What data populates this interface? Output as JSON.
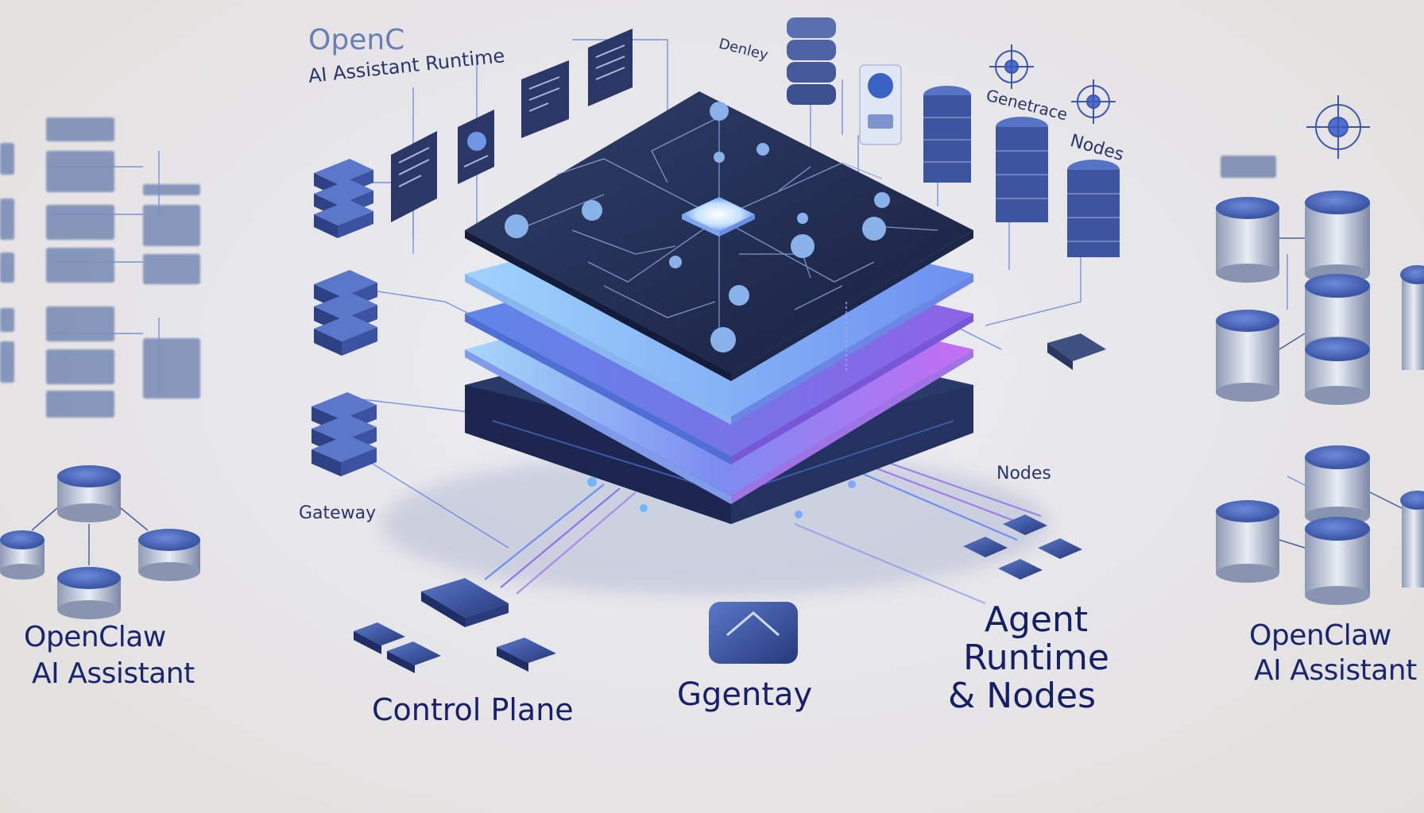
{
  "title": {
    "line1": "OpenC",
    "line2": "AI Assistant Runtime"
  },
  "top_labels": {
    "deployment": "Denley",
    "genetrace": "Genetrace",
    "nodes_top": "Nodes"
  },
  "mid_labels": {
    "gateway_small": "Gateway",
    "nodes_small": "Nodes"
  },
  "bottom_labels": {
    "left_brand_line1": "OpenClaw",
    "left_brand_line2": "AI Assistant",
    "control_plane": "Control Plane",
    "gateway_bottom": "Ggentay",
    "agent_line1": "Agent",
    "agent_line2": "Runtime",
    "agent_line3": "& Nodes",
    "right_brand_line1": "OpenClaw",
    "right_brand_line2": "AI Assistant"
  },
  "colors": {
    "navy": "#1f2a55",
    "accent_blue": "#4f7fd8",
    "light_blue": "#8ec4f4",
    "purple": "#9a6ae8",
    "label_text": "#1a2570"
  },
  "icons": [
    "server-stack-icon",
    "database-icon",
    "document-card-icon",
    "shield-icon",
    "target-icon",
    "chip-icon"
  ]
}
